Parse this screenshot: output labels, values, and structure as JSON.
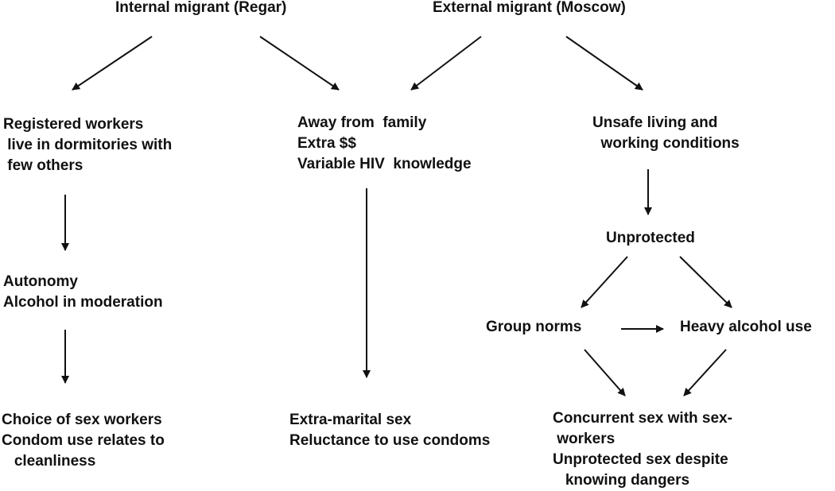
{
  "colors": {
    "text": "#111111",
    "arrow": "#111111",
    "background": "#ffffff"
  },
  "nodes": {
    "internal_root": {
      "lines": [
        "Internal migrant (Regar)"
      ]
    },
    "external_root": {
      "lines": [
        "External migrant (Moscow)"
      ]
    },
    "registered_workers": {
      "lines": [
        "Registered workers",
        " live in dormitories with",
        " few others"
      ]
    },
    "away_from_family": {
      "lines": [
        "Away from  family",
        "Extra $$",
        "Variable HIV  knowledge"
      ]
    },
    "unsafe_conditions": {
      "lines": [
        "Unsafe living and",
        "  working conditions"
      ]
    },
    "unprotected": {
      "lines": [
        "Unprotected"
      ]
    },
    "autonomy": {
      "lines": [
        "Autonomy",
        "Alcohol in moderation"
      ]
    },
    "group_norms": {
      "lines": [
        "Group norms"
      ]
    },
    "heavy_alcohol": {
      "lines": [
        "Heavy alcohol use"
      ]
    },
    "choice_sex_workers": {
      "lines": [
        "Choice of sex workers",
        "Condom use relates to",
        "   cleanliness"
      ]
    },
    "extra_marital": {
      "lines": [
        "Extra-marital sex",
        "Reluctance to use condoms"
      ]
    },
    "concurrent_sex": {
      "lines": [
        "Concurrent sex with sex-",
        " workers",
        "Unprotected sex despite",
        "   knowing dangers"
      ]
    }
  },
  "edges": [
    {
      "from": "internal_root",
      "to": "registered_workers"
    },
    {
      "from": "internal_root",
      "to": "away_from_family"
    },
    {
      "from": "external_root",
      "to": "away_from_family"
    },
    {
      "from": "external_root",
      "to": "unsafe_conditions"
    },
    {
      "from": "registered_workers",
      "to": "autonomy"
    },
    {
      "from": "autonomy",
      "to": "choice_sex_workers"
    },
    {
      "from": "away_from_family",
      "to": "extra_marital"
    },
    {
      "from": "unsafe_conditions",
      "to": "unprotected"
    },
    {
      "from": "unprotected",
      "to": "group_norms"
    },
    {
      "from": "unprotected",
      "to": "heavy_alcohol"
    },
    {
      "from": "group_norms",
      "to": "heavy_alcohol"
    },
    {
      "from": "group_norms",
      "to": "concurrent_sex"
    },
    {
      "from": "heavy_alcohol",
      "to": "concurrent_sex"
    }
  ]
}
